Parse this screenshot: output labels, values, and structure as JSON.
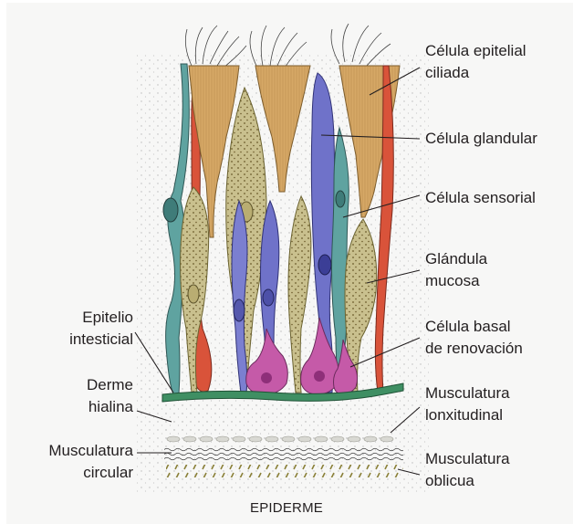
{
  "caption": "EPIDERME",
  "labels": {
    "celula_epitelial_ciliada": "Célula epitelial\nciliada",
    "celula_glandular": "Célula glandular",
    "celula_sensorial": "Célula sensorial",
    "glandula_mucosa": "Glándula\nmucosa",
    "celula_basal": "Célula basal\nde renovación",
    "musculatura_lonxitudinal": "Musculatura\nlonxitudinal",
    "musculatura_oblicua": "Musculatura\noblicua",
    "epitelio_intesticial": "Epitelio\nintesticial",
    "derme_hialina": "Derme\nhialina",
    "musculatura_circular": "Musculatura\ncircular"
  },
  "colors": {
    "ciliated_cell": "#d6a866",
    "glandular_cell": "#6f72c9",
    "mucous_gland": "#c9c08e",
    "sensory_cell": "#5fa3a0",
    "basal_cell": "#c55aa8",
    "red_cell": "#d9533a",
    "basement_membrane": "#3f8f63"
  }
}
